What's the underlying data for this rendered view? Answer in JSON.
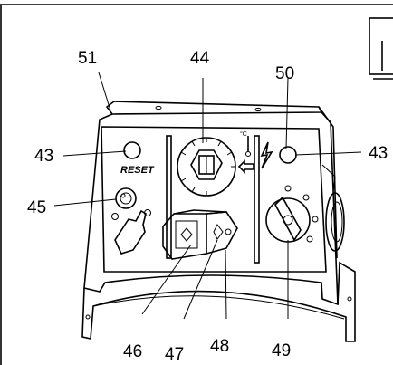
{
  "callouts": {
    "c51": "51",
    "c44": "44",
    "c50": "50",
    "c43_left": "43",
    "c43_right": "43",
    "c45": "45",
    "c46": "46",
    "c47": "47",
    "c48": "48",
    "c49": "49"
  },
  "panel_labels": {
    "reset": "RESET",
    "celsius": "°C"
  },
  "icons": {
    "lightning": "lightning-bolt-icon",
    "thermometer": "thermometer-icon",
    "arrow": "left-arrow-icon",
    "hand": "hand-press-icon"
  }
}
